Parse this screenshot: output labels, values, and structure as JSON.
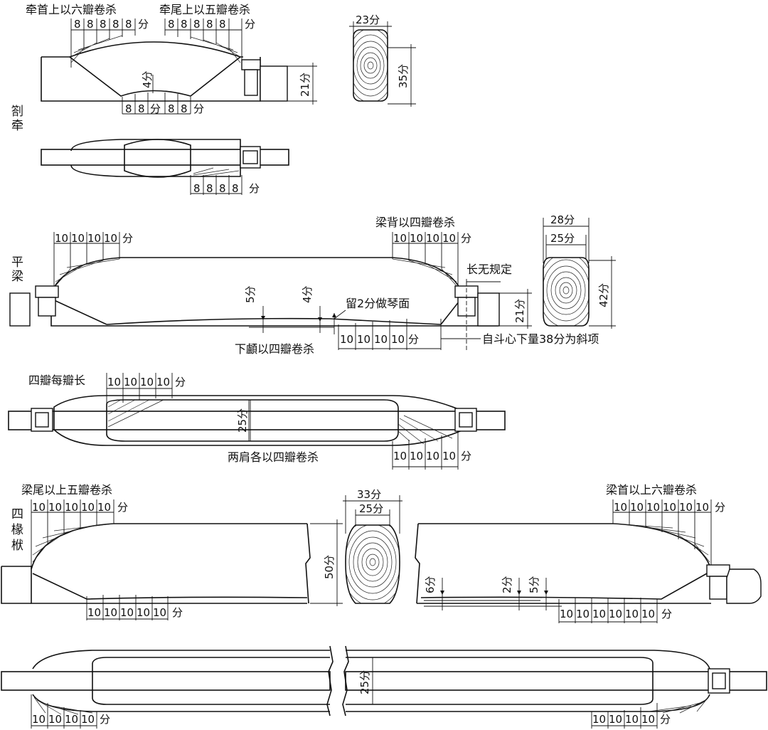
{
  "colors": {
    "ink": "#111111",
    "paper": "#ffffff"
  },
  "qian": {
    "title": "劄牵",
    "head_label": "牵首上以六瓣卷杀",
    "tail_label": "牵尾上以五瓣卷杀",
    "segments_head": [
      "8",
      "8",
      "8",
      "8",
      "8"
    ],
    "segments_tail": [
      "8",
      "8",
      "8",
      "8",
      "8"
    ],
    "segments_bottom": [
      "8",
      "8",
      "8",
      "8"
    ],
    "plan_segments": [
      "8",
      "8",
      "8",
      "8"
    ],
    "depth_4": "4分",
    "height_21": "21分",
    "section_width": "23分",
    "section_height": "35分",
    "unit": "分"
  },
  "pingliang": {
    "title": "平梁",
    "back_label": "梁背以四瓣卷杀",
    "segments_left": [
      "10",
      "10",
      "10",
      "10"
    ],
    "segments_right": [
      "10",
      "10",
      "10",
      "10"
    ],
    "segments_bottom": [
      "10",
      "10",
      "10",
      "10"
    ],
    "length_note": "长无规定",
    "dim_5": "5分",
    "dim_4": "4分",
    "reserve_note": "留2分做琴面",
    "bottom_label": "下顱以四瓣卷杀",
    "slant_note": "自斗心下量38分为斜项",
    "height_21": "21分",
    "section_width_outer": "28分",
    "section_width_inner": "25分",
    "section_height": "42分",
    "unit": "分"
  },
  "plan_pingliang": {
    "segment_label": "四瓣每瓣长",
    "segments_top": [
      "10",
      "10",
      "10",
      "10"
    ],
    "width_25": "25分",
    "shoulder_label": "两肩各以四瓣卷杀",
    "segments_bottom": [
      "10",
      "10",
      "10",
      "10"
    ],
    "unit": "分"
  },
  "sichuanfu": {
    "title": "四椽栿",
    "tail_label": "梁尾以上五瓣卷杀",
    "head_label": "梁首以上六瓣卷杀",
    "segments_left_top": [
      "10",
      "10",
      "10",
      "10",
      "10"
    ],
    "segments_right_top": [
      "10",
      "10",
      "10",
      "10",
      "10",
      "10"
    ],
    "segments_left_bottom": [
      "10",
      "10",
      "10",
      "10",
      "10"
    ],
    "segments_right_bottom": [
      "10",
      "10",
      "10",
      "10",
      "10",
      "10"
    ],
    "height_50": "50分",
    "section_width_outer": "33分",
    "section_width_inner": "25分",
    "dim_6": "6分",
    "dim_2": "2分",
    "dim_5": "5分",
    "unit": "分"
  },
  "plan_sichuanfu": {
    "width_25": "25分",
    "segments_left": [
      "10",
      "10",
      "10",
      "10"
    ],
    "segments_right": [
      "10",
      "10",
      "10",
      "10"
    ],
    "unit": "分"
  }
}
